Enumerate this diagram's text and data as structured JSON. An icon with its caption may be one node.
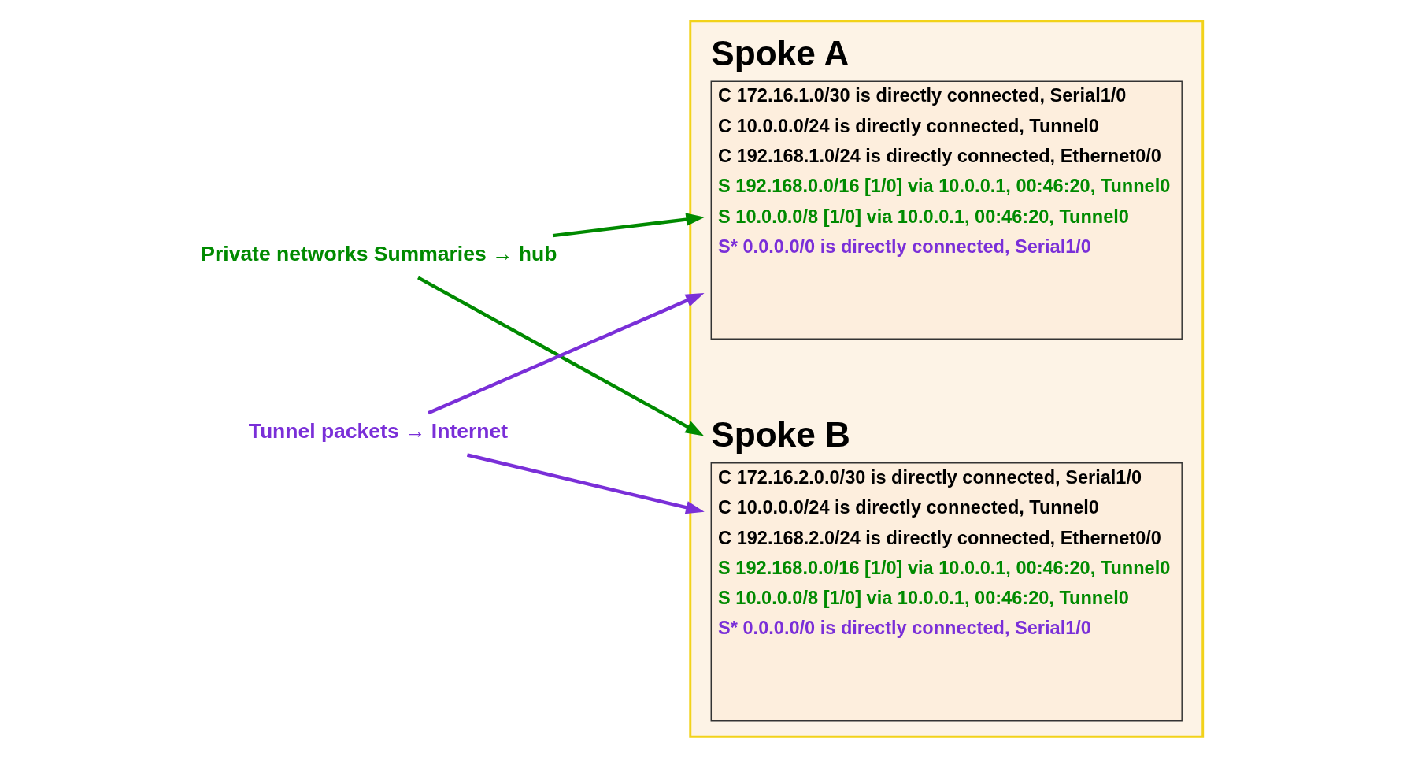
{
  "diagram": {
    "nodes": [
      {
        "text": [],
        "shape": "box"
      },
      {
        "text": [
          "Spoke A",
          "C 172.16.1.0/30 is directly connected, Serial1/0",
          "C 10.0.0.0/24 is directly connected, Tunnel0",
          "C 192.168.1.0/24 is directly connected, Ethernet0/0",
          "S 192.168.0.0/16 [1/0] via 10.0.0.1, 00:46:20, Tunnel0",
          "S 10.0.0.0/8 [1/0] via 10.0.0.1, 00:46:20, Tunnel0",
          "S* 0.0.0.0/0 is directly connected, Serial1/0"
        ],
        "in": 0
      },
      {
        "text": [
          "Spoke B",
          "C 172.16.2.0.0/30 is directly connected, Serial1/0",
          "C 10.0.0.0/24 is directly connected, Tunnel0",
          "C 192.168.2.0/24 is directly connected, Ethernet0/0",
          "S 192.168.0.0/16 [1/0] via 10.0.0.1, 00:46:20, Tunnel0",
          "S 10.0.0.0/8 [1/0] via 10.0.0.1, 00:46:20, Tunnel0",
          "S* 0.0.0.0/0 is directly connected, Serial1/0"
        ],
        "in": 0
      },
      {
        "text": [
          "Private networks Summaries → hub"
        ]
      },
      {
        "text": [
          "Tunnel packets → Internet"
        ]
      }
    ],
    "edges": [
      {
        "from": 3,
        "to": 1,
        "arrow": "to",
        "color": "#008a00"
      },
      {
        "from": 3,
        "to": 2,
        "arrow": "to",
        "color": "#008a00"
      },
      {
        "from": 4,
        "to": 1,
        "arrow": "to",
        "color": "#7a2fd8"
      },
      {
        "from": 4,
        "to": 2,
        "arrow": "to",
        "color": "#7a2fd8"
      }
    ]
  }
}
